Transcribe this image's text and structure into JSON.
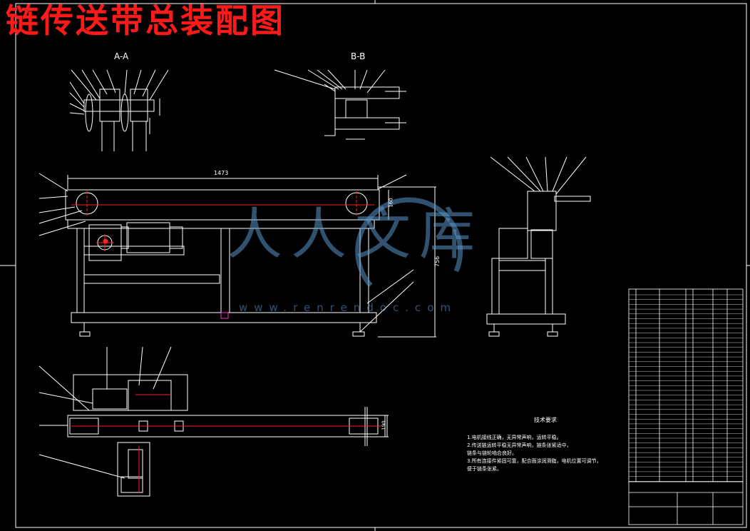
{
  "title": "链传送带总装配图",
  "sections": {
    "aa": "A-A",
    "bb": "B-B"
  },
  "dimensions": {
    "length": "1473",
    "height": "756",
    "side": "160",
    "top": "190"
  },
  "tech_notes": {
    "title": "技术要求",
    "items": [
      "1.电机接线正确，无异常声响，运转平稳。",
      "2.传送链运转平稳无异常声响，链条张紧适中，",
      "   链条与链轮啮合良好。",
      "3.所有连接件紧固可靠，配合面涂润滑脂，电机位置可调节，",
      "   便于链条张紧。"
    ]
  },
  "watermark": {
    "text": "人人文库",
    "url": "www.renrendoc.com"
  },
  "colors": {
    "background": "#000000",
    "lines": "#ffffff",
    "title": "#ff1a1a",
    "centerline": "#ff2020",
    "watermark": "#5a96c8"
  }
}
